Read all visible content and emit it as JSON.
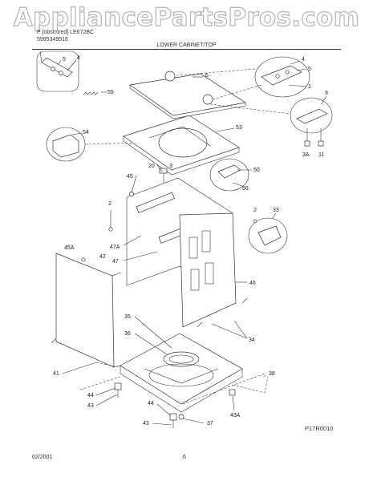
{
  "watermark": "AppliancePartsPros.com",
  "header": {
    "model": "P    [obscured]    LE672BC",
    "publication": "5995349916",
    "section": "LOWER CABINET/TOP"
  },
  "footer": {
    "date": "02/2001",
    "page": "6",
    "figure_code": "P17R0010"
  },
  "callouts": [
    "5",
    "4",
    "55",
    "6",
    "4",
    "5",
    "1",
    "9",
    "54",
    "53",
    "3A",
    "11",
    "20",
    "3",
    "50",
    "45",
    "56",
    "2",
    "2",
    "33",
    "47A",
    "45A",
    "42",
    "47",
    "46",
    "35",
    "36",
    "34",
    "41",
    "38",
    "44",
    "43",
    "44",
    "43",
    "37",
    "43A"
  ]
}
